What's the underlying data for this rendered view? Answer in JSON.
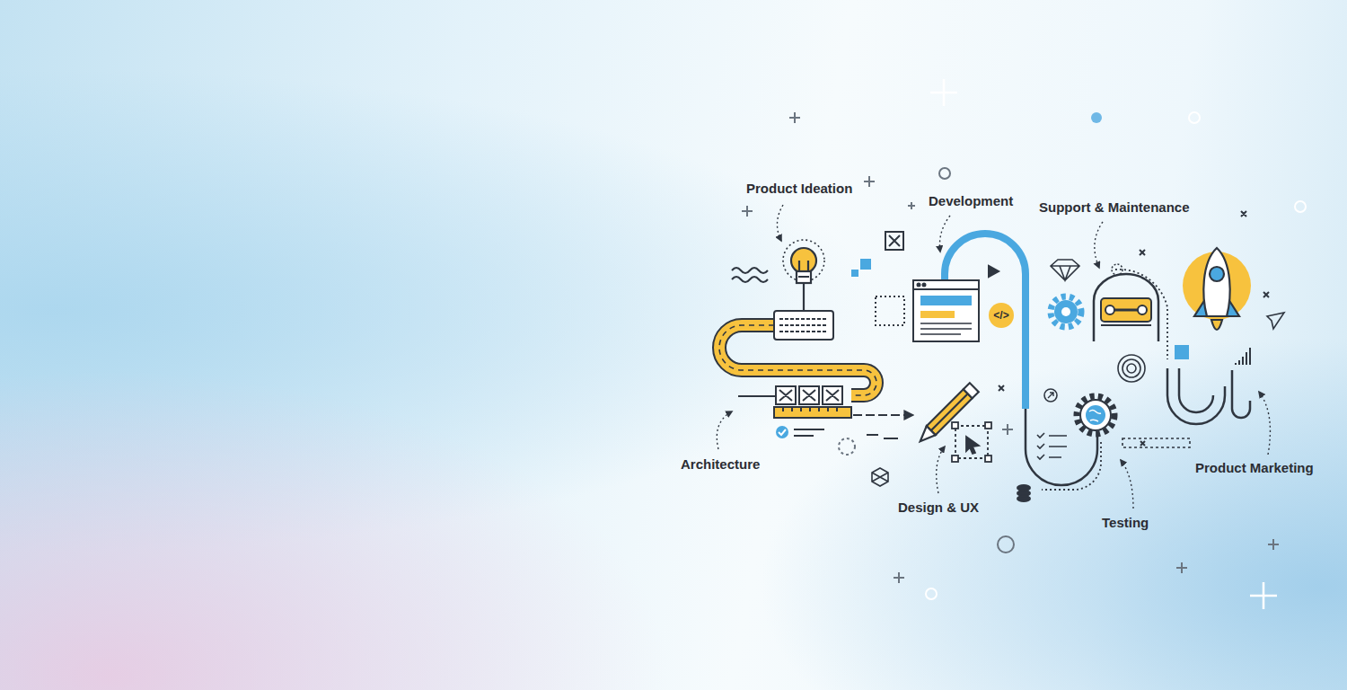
{
  "diagram": {
    "labels": [
      "Product Ideation",
      "Development",
      "Support & Maintenance",
      "Architecture",
      "Design & UX",
      "Testing",
      "Product Marketing",
      "</>"
    ]
  }
}
